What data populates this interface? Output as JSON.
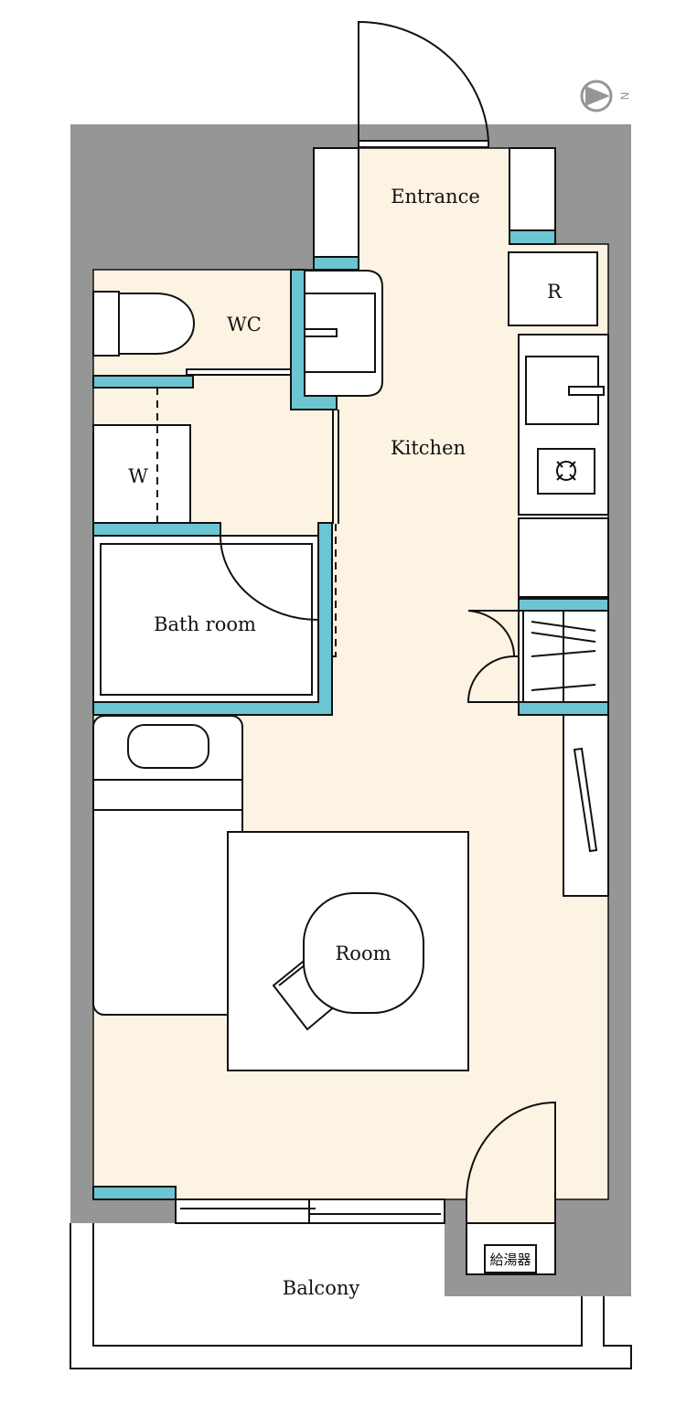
{
  "colors": {
    "wall": "#959796",
    "floor": "#fdf3e3",
    "accent": "#6cc5d2",
    "line": "#111111"
  },
  "compass": {
    "icon": "north-arrow-icon",
    "letter": "N"
  },
  "rooms": {
    "entrance": "Entrance",
    "wc": "WC",
    "refrigerator": "R",
    "kitchen": "Kitchen",
    "washer": "W",
    "bathroom": "Bath room",
    "room": "Room",
    "balcony": "Balcony",
    "water_heater": "給湯器"
  }
}
